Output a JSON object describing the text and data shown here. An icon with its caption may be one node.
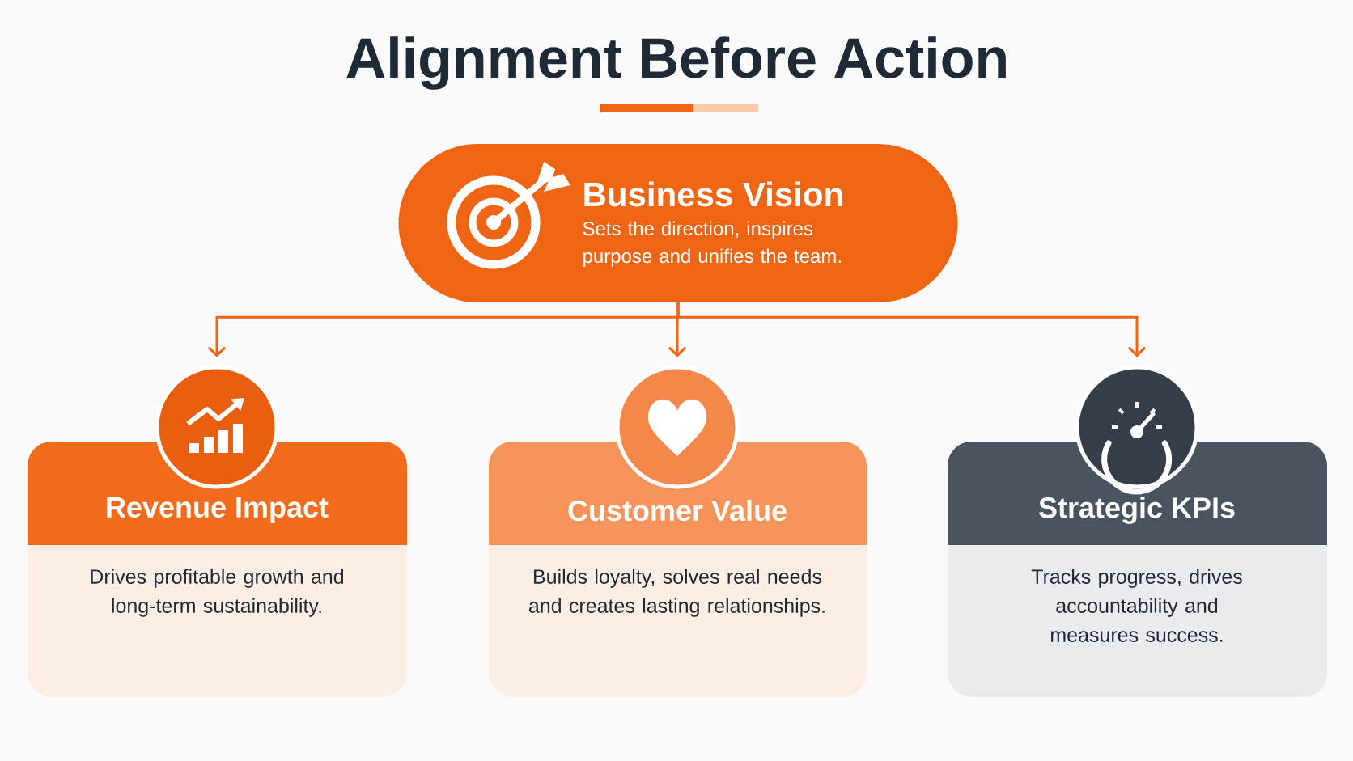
{
  "diagram": {
    "title": "Alignment Before Action",
    "nodes": [
      {
        "text": [
          "Business Vision",
          "Sets the direction, inspires purpose and unifies the team."
        ]
      },
      {
        "text": [
          "Revenue Impact",
          "Drives profitable growth and long-term sustainability."
        ]
      },
      {
        "text": [
          "Customer Value",
          "Builds loyalty, solves real needs and creates lasting relationships."
        ]
      },
      {
        "text": [
          "Strategic KPIs",
          "Tracks progress, drives accountability and measures success."
        ]
      }
    ],
    "edges": [
      {
        "from": 0,
        "to": 1,
        "arrow": "to"
      },
      {
        "from": 0,
        "to": 2,
        "arrow": "to"
      },
      {
        "from": 0,
        "to": 3,
        "arrow": "to"
      }
    ]
  }
}
